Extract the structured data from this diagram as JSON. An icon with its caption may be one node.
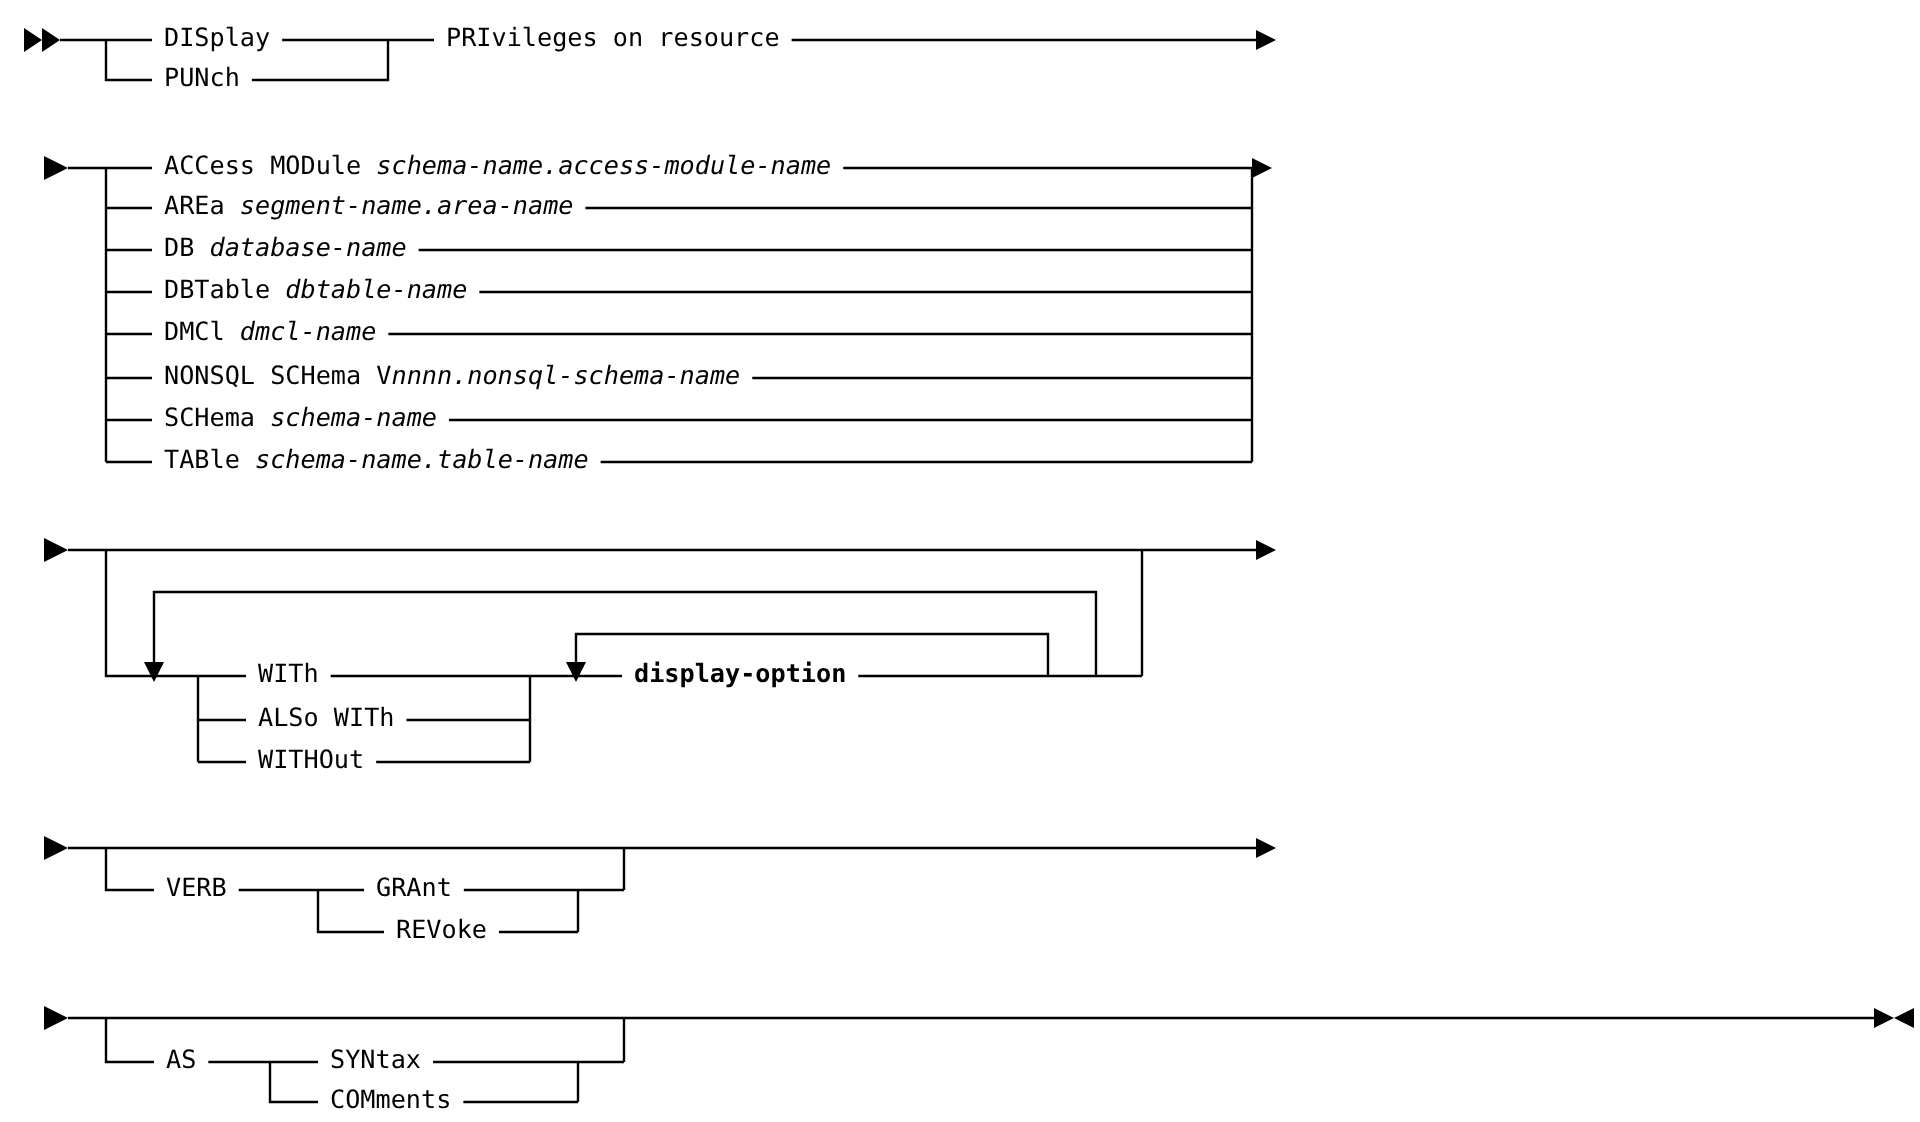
{
  "diagram": {
    "labels": [
      "DISplay",
      "PUNch",
      "PRIvileges on resource",
      "ACCess MODule *schema-name.access-module-name*",
      "AREa *segment-name.area-name*",
      "DB *database-name*",
      "DBTable *dbtable-name*",
      "DMCl *dmcl-name*",
      "NONSQL SCHema Vnnnn.nonsql-schema-name",
      "SCHema *schema-name*",
      "TABle *schema-name.table-name*",
      "WITh",
      "ALSo WITh",
      "WITHOut",
      "display-option",
      "VERB",
      "GRAnt",
      "REVoke",
      "AS",
      "SYNtax",
      "COMments"
    ]
  }
}
